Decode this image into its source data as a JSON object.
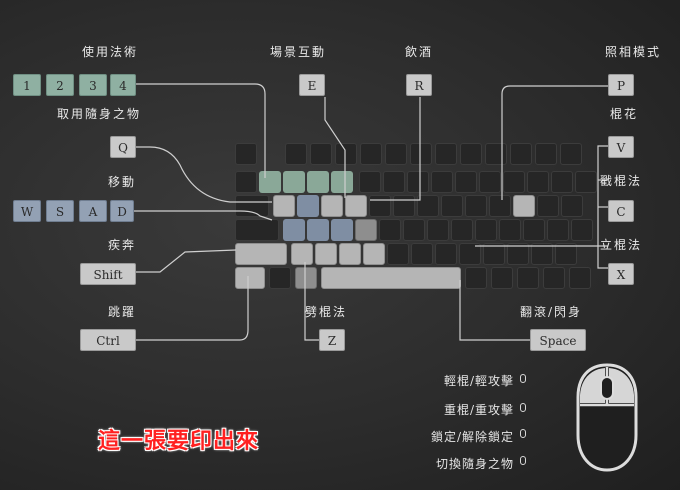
{
  "labels": {
    "spells": "使用法術",
    "interact": "場景互動",
    "drink": "飲酒",
    "photo": "照相模式",
    "take_item": "取用隨身之物",
    "stick_flower": "棍花",
    "move": "移動",
    "stance_war": "戳棍法",
    "sprint": "疾奔",
    "stance_stand": "立棍法",
    "jump": "跳躍",
    "stance_smash": "劈棍法",
    "roll_dodge": "翻滾/閃身"
  },
  "keys": {
    "k1": "1",
    "k2": "2",
    "k3": "3",
    "k4": "4",
    "e": "E",
    "r": "R",
    "p": "P",
    "q": "Q",
    "w": "W",
    "s": "S",
    "a": "A",
    "d": "D",
    "v": "V",
    "c": "C",
    "shift": "Shift",
    "x": "X",
    "ctrl": "Ctrl",
    "z": "Z",
    "space": "Space"
  },
  "mouse": {
    "light": "輕棍/輕攻擊",
    "heavy": "重棍/重攻擊",
    "lock": "鎖定/解除鎖定",
    "switch": "切換隨身之物"
  },
  "banner": "這一張要印出來",
  "colors": {
    "teal": "#8fb0a2",
    "blue": "#93a1b4",
    "key": "#c9c9c9",
    "banner": "#ff2020"
  }
}
